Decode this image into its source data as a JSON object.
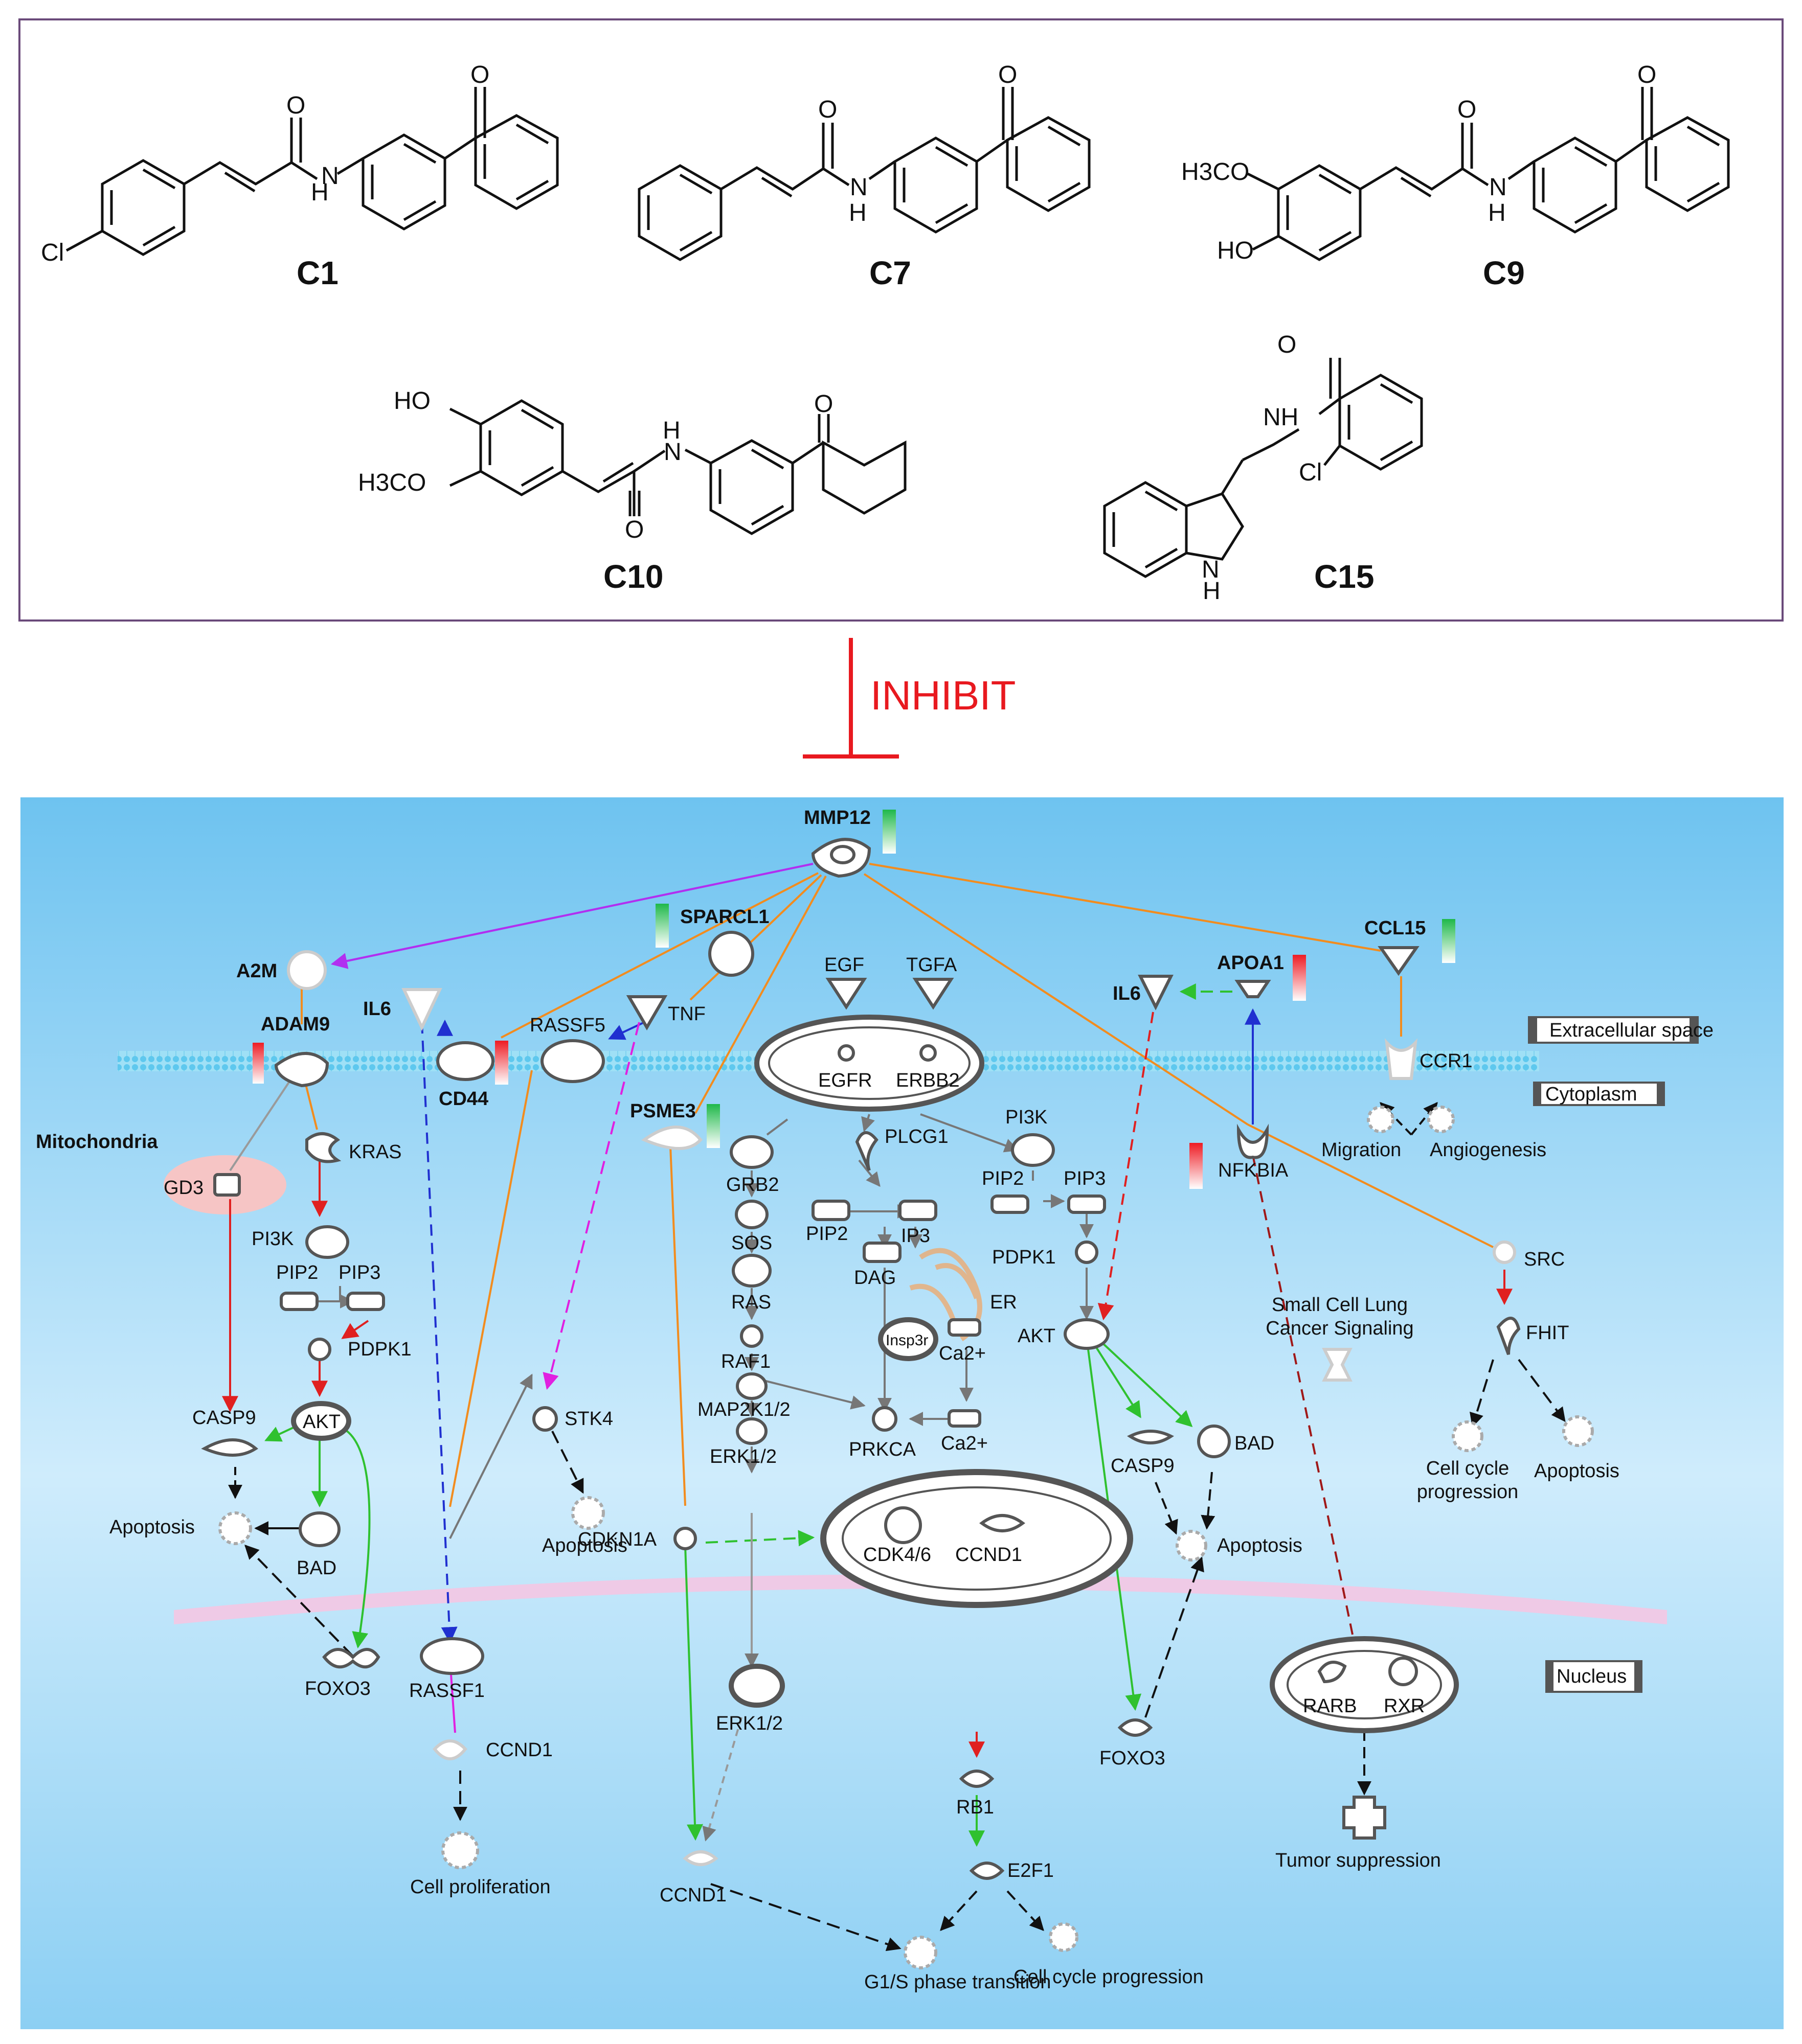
{
  "compounds": [
    {
      "name": "C1",
      "substituents": [
        "Cl",
        "H",
        "N",
        "O",
        "O"
      ]
    },
    {
      "name": "C7",
      "substituents": [
        "H",
        "N",
        "O",
        "O"
      ]
    },
    {
      "name": "C9",
      "substituents": [
        "H3CO",
        "HO",
        "H",
        "N",
        "O",
        "O"
      ]
    },
    {
      "name": "C10",
      "substituents": [
        "HO",
        "H3CO",
        "H",
        "N",
        "O",
        "O"
      ]
    },
    {
      "name": "C15",
      "substituents": [
        "O",
        "NH",
        "Cl",
        "N",
        "H"
      ]
    }
  ],
  "inhibit_label": "INHIBIT",
  "locations": {
    "extracellular": "Extracellular space",
    "cytoplasm": "Cytoplasm",
    "nucleus": "Nucleus",
    "mitochondria": "Mitochondria"
  },
  "nodes": {
    "MMP12": "MMP12",
    "A2M": "A2M",
    "ADAM9": "ADAM9",
    "SPARCL1": "SPARCL1",
    "IL6_left": "IL6",
    "CD44": "CD44",
    "RASSF5": "RASSF5",
    "TNF": "TNF",
    "EGF": "EGF",
    "TGFA": "TGFA",
    "EGFR": "EGFR",
    "ERBB2": "ERBB2",
    "APOA1": "APOA1",
    "IL6_right": "IL6",
    "CCL15": "CCL15",
    "CCR1": "CCR1",
    "Migration": "Migration",
    "Angiogenesis": "Angiogenesis",
    "GD3": "GD3",
    "KRAS": "KRAS",
    "PI3K_left": "PI3K",
    "PIP2_left": "PIP2",
    "PIP3_left": "PIP3",
    "PDPK1_left": "PDPK1",
    "AKT_left": "AKT",
    "CASP9_left": "CASP9",
    "BAD_left": "BAD",
    "Apoptosis_left": "Apoptosis",
    "FOXO3_left": "FOXO3",
    "RASSF1": "RASSF1",
    "CCND1_left": "CCND1",
    "Cell_proliferation": "Cell proliferation",
    "STK4": "STK4",
    "Apoptosis_mid": "Apoptosis",
    "PSME3": "PSME3",
    "CDKN1A": "CDKN1A",
    "CCND1_bottom": "CCND1",
    "GRB2": "GRB2",
    "SOS": "SOS",
    "RAS": "RAS",
    "RAF1": "RAF1",
    "MAP2K1_2": "MAP2K1/2",
    "ERK1_2_cyto": "ERK1/2",
    "ERK1_2_nuc": "ERK1/2",
    "PLCG1": "PLCG1",
    "PIP2_mid": "PIP2",
    "IP3": "IP3",
    "DAG": "DAG",
    "ER": "ER",
    "Insp3r": "Insp3r",
    "Ca2_er": "Ca2+",
    "Ca2_cyto": "Ca2+",
    "PRKCA": "PRKCA",
    "CDK4_6": "CDK4/6",
    "CCND1_nuc": "CCND1",
    "RB1": "RB1",
    "E2F1": "E2F1",
    "G1S": "G1/S phase transition",
    "Cell_cycle_bottom": "Cell cycle progression",
    "PI3K_right": "PI3K",
    "PIP2_right": "PIP2",
    "PIP3_right": "PIP3",
    "PDPK1_right": "PDPK1",
    "AKT_right": "AKT",
    "CASP9_right": "CASP9",
    "BAD_right": "BAD",
    "Apoptosis_right": "Apoptosis",
    "FOXO3_right": "FOXO3",
    "NFKBIA": "NFKBIA",
    "SCLC": "Small Cell Lung Cancer Signaling",
    "RARB": "RARB",
    "RXR": "RXR",
    "Tumor_suppression": "Tumor suppression",
    "SRC": "SRC",
    "FHIT": "FHIT",
    "Cell_cycle_right": "Cell cycle progression",
    "Apoptosis_far": "Apoptosis"
  },
  "colors": {
    "inhibit": "#e8191f",
    "panel_top": "#6ec3f0",
    "panel_mid": "#bfe6fb",
    "orange_edge": "#f28c1e",
    "purple_edge": "#b12ff0",
    "green_edge": "#2fc12f",
    "red_edge": "#e02020",
    "blue_edge": "#2030d0",
    "magenta_edge": "#e020e0",
    "darkred_edge": "#a01818",
    "membrane": "#5ec8ee",
    "nuclear_membrane": "#f0b8dc"
  }
}
